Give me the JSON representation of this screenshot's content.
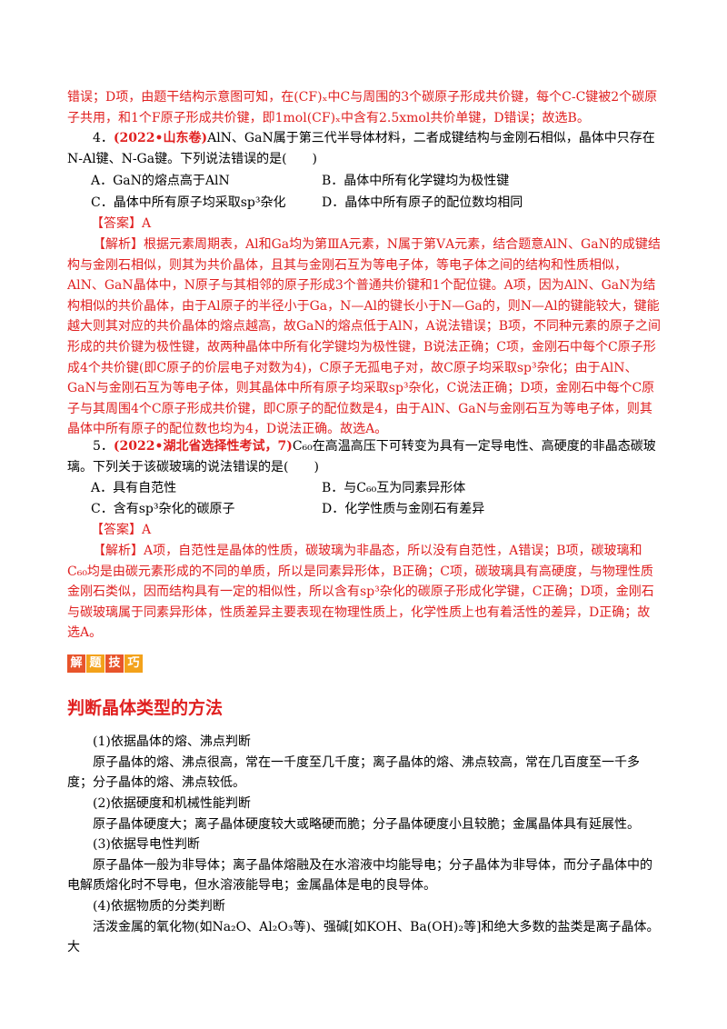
{
  "top": {
    "explanation_cont": "错误；D项，由题干结构示意图可知，在(CF)ₓ中C与周围的3个碳原子形成共价键，每个C-C键被2个碳原子共用，和1个F原子形成共价键，即1mol(CF)ₓ中含有2.5xmol共价单键，D错误；故选B。"
  },
  "q4": {
    "number": "4．",
    "source": "(2022•山东卷)",
    "stem": "AlN、GaN属于第三代半导体材料，二者成键结构与金刚石相似，晶体中只存在N-Al键、N-Ga键。下列说法错误的是(　　)",
    "options": {
      "A": "A．GaN的熔点高于AlN",
      "B": "B．晶体中所有化学键均为极性键",
      "C": "C．晶体中所有原子均采取sp³杂化",
      "D": "D．晶体中所有原子的配位数均相同"
    },
    "answer": "【答案】A",
    "explanation": "【解析】根据元素周期表，Al和Ga均为第ⅢA元素，N属于第ⅤA元素，结合题意AlN、GaN的成键结构与金刚石相似，则其为共价晶体，且其与金刚石互为等电子体，等电子体之间的结构和性质相似，AlN、GaN晶体中，N原子与其相邻的原子形成3个普通共价键和1个配位键。A项，因为AlN、GaN为结构相似的共价晶体，由于Al原子的半径小于Ga，N—Al的键长小于N—Ga的，则N—Al的键能较大，键能越大则其对应的共价晶体的熔点越高，故GaN的熔点低于AlN，A说法错误；B项，不同种元素的原子之间形成的共价键为极性键，故两种晶体中所有化学键均为极性键，B说法正确；C项，金刚石中每个C原子形成4个共价键(即C原子的价层电子对数为4)，C原子无孤电子对，故C原子均采取sp³杂化；由于AlN、GaN与金刚石互为等电子体，则其晶体中所有原子均采取sp³杂化，C说法正确；D项，金刚石中每个C原子与其周围4个C原子形成共价键，即C原子的配位数是4，由于AlN、GaN与金刚石互为等电子体，则其晶体中所有原子的配位数也均为4，D说法正确。故选A。"
  },
  "q5": {
    "number": "5．",
    "source": "(2022•湖北省选择性考试，7)",
    "stem": "C₆₀在高温高压下可转变为具有一定导电性、高硬度的非晶态碳玻璃。下列关于该碳玻璃的说法错误的是(　　)",
    "options": {
      "A": "A．具有自范性",
      "B": "B．与C₆₀互为同素异形体",
      "C": "C．含有sp³杂化的碳原子",
      "D": "D．化学性质与金刚石有差异"
    },
    "answer": "【答案】A",
    "explanation": "【解析】A项，自范性是晶体的性质，碳玻璃为非晶态，所以没有自范性，A错误；B项，碳玻璃和C₆₀均是由碳元素形成的不同的单质，所以是同素异形体，B正确；C项，碳玻璃具有高硬度，与物理性质金刚石类似，因而结构具有一定的相似性，所以含有sp³杂化的碳原子形成化学键，C正确；D项，金刚石与碳玻璃属于同素异形体，性质差异主要表现在物理性质上，化学性质上也有着活性的差异，D正确；故选A。"
  },
  "tips_badge": [
    "解",
    "题",
    "技",
    "巧"
  ],
  "badge_colors": [
    "#e8542b",
    "#f3a21b",
    "#e8542b",
    "#f3a21b"
  ],
  "method": {
    "title": "判断晶体类型的方法",
    "lines": [
      "(1)依据晶体的熔、沸点判断",
      "原子晶体的熔、沸点很高，常在一千度至几千度；离子晶体的熔、沸点较高，常在几百度至一千多度；分子晶体的熔、沸点较低。",
      "(2)依据硬度和机械性能判断",
      "原子晶体硬度大；离子晶体硬度较大或略硬而脆；分子晶体硬度小且较脆；金属晶体具有延展性。",
      "(3)依据导电性判断",
      "原子晶体一般为非导体；离子晶体熔融及在水溶液中均能导电；分子晶体为非导体，而分子晶体中的电解质熔化时不导电，但水溶液能导电；金属晶体是电的良导体。",
      "(4)依据物质的分类判断",
      "活泼金属的氧化物(如Na₂O、Al₂O₃等)、强碱[如KOH、Ba(OH)₂等]和绝大多数的盐类是离子晶体。大"
    ]
  }
}
